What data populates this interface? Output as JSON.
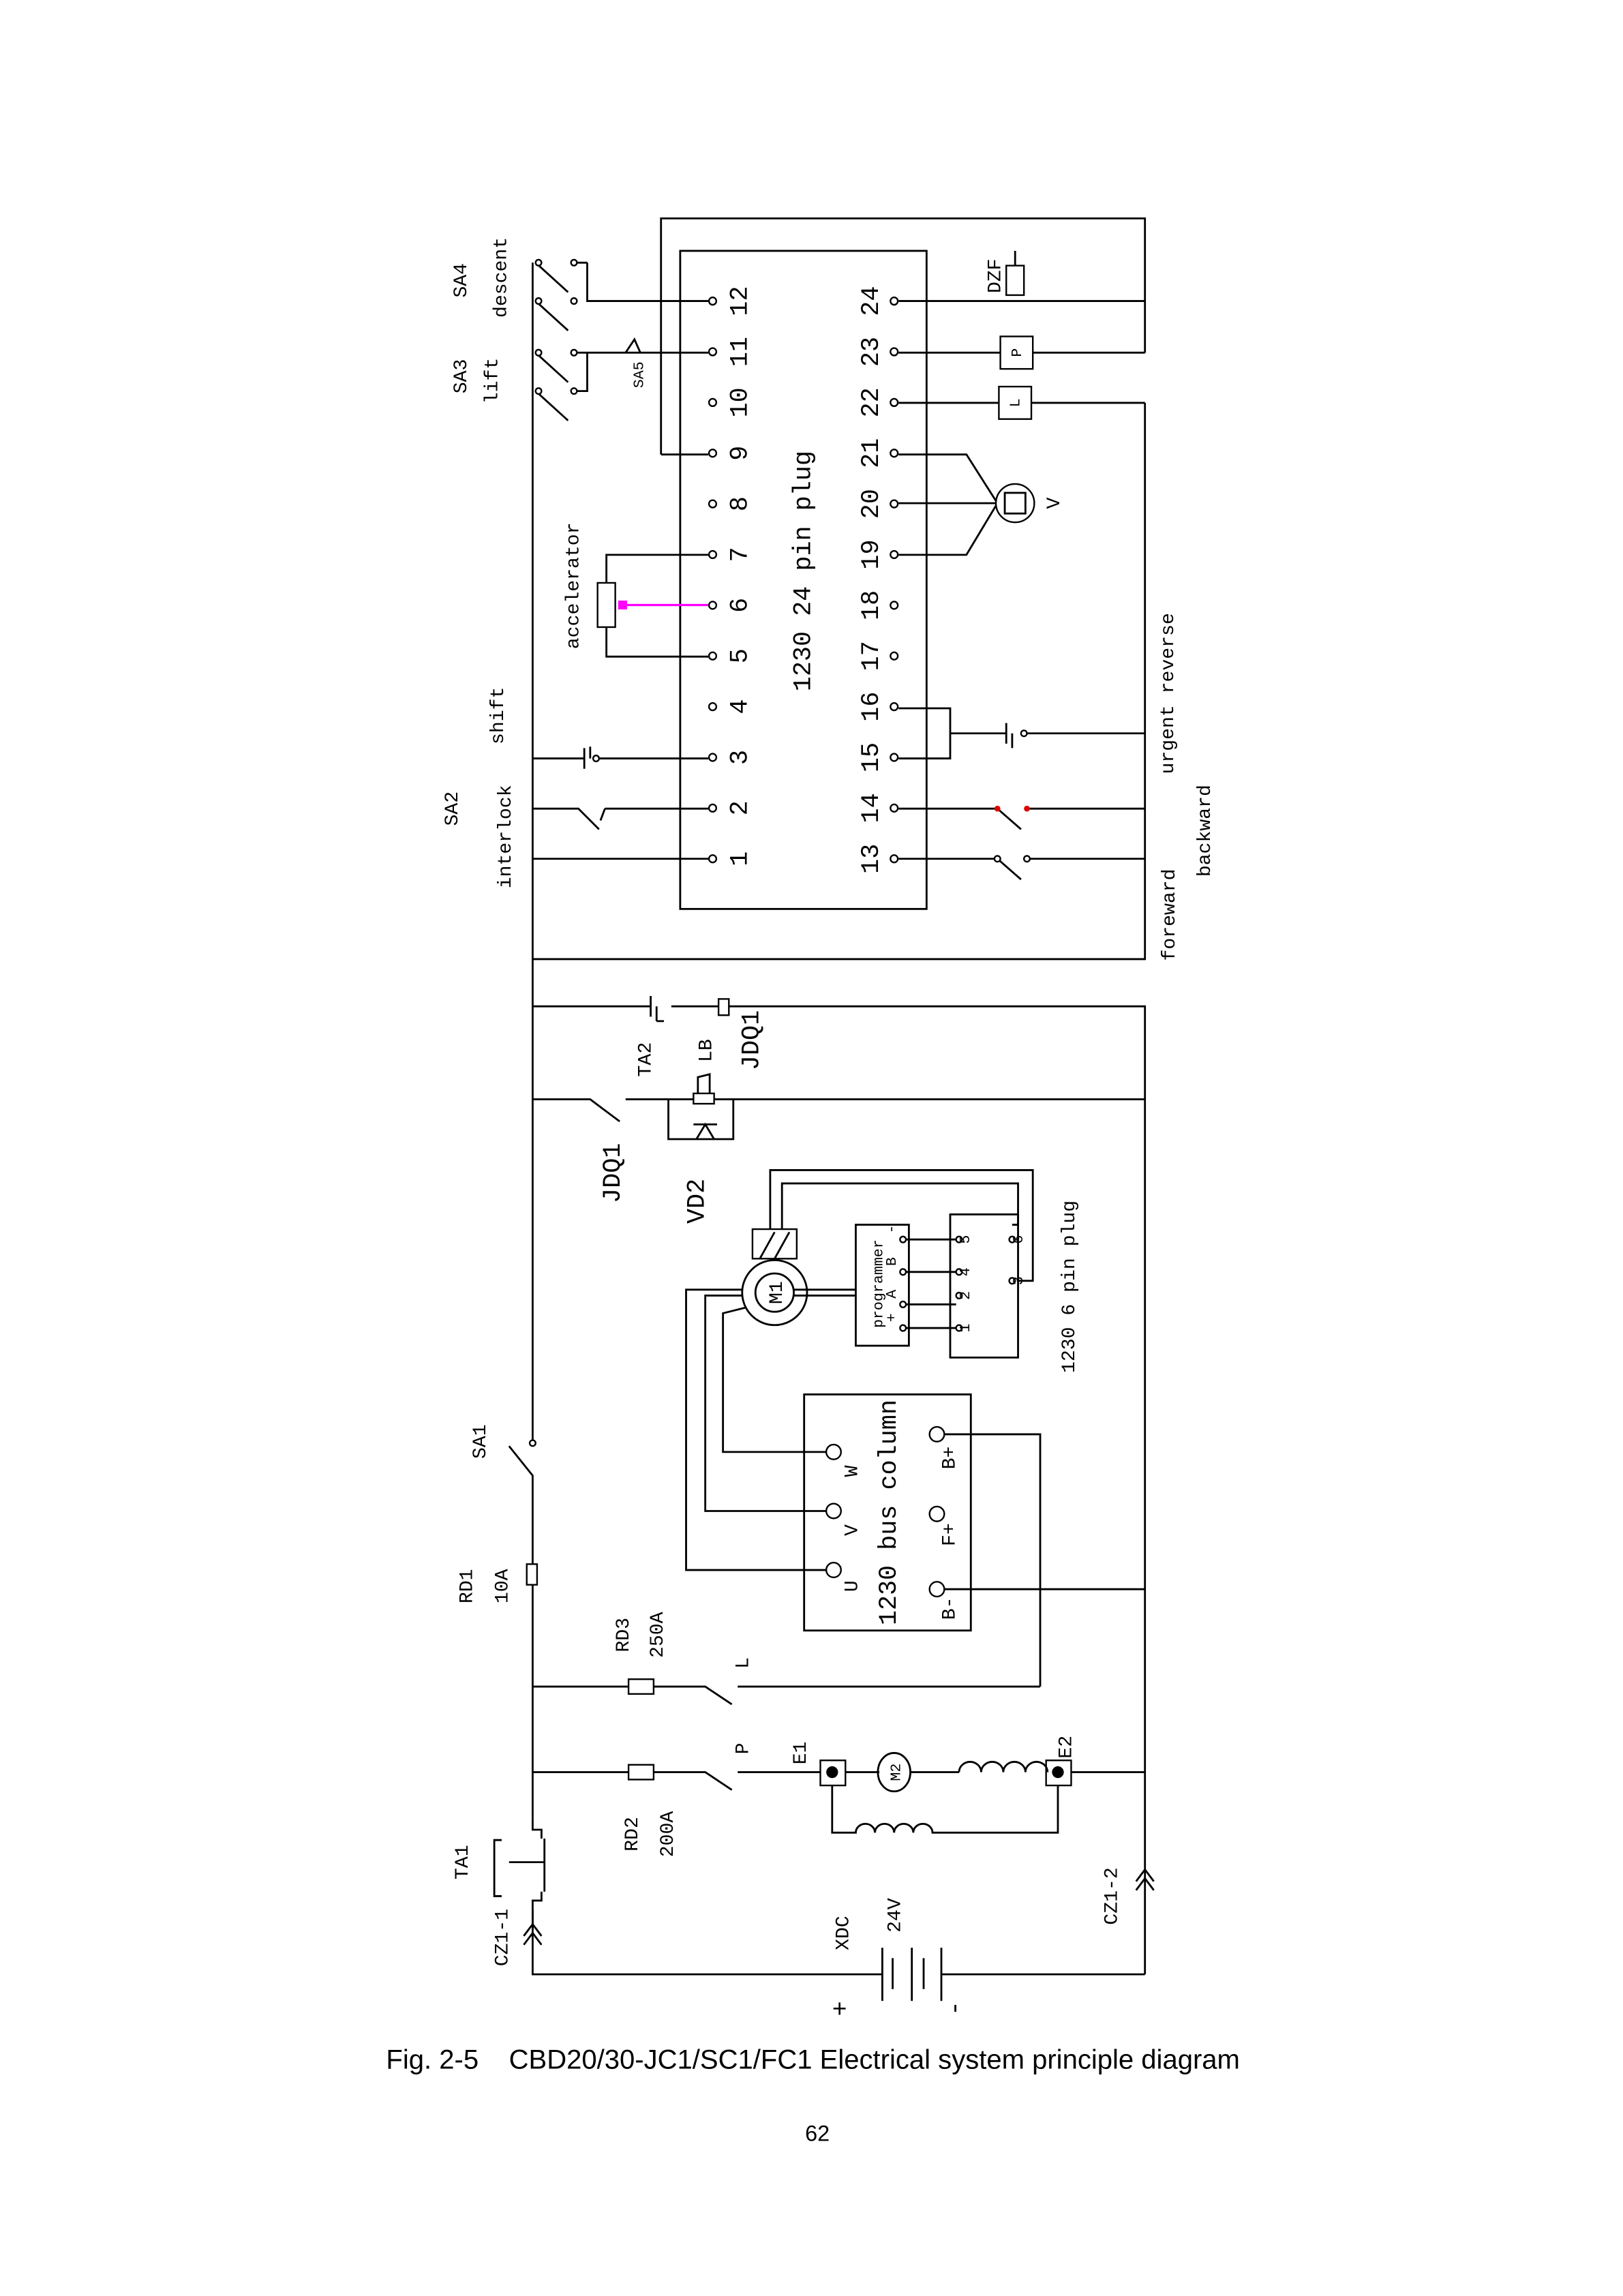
{
  "plug24": {
    "title": "1230 24 pin plug",
    "left_pins": [
      "1",
      "2",
      "3",
      "4",
      "5",
      "6",
      "7",
      "8",
      "9",
      "10",
      "11",
      "12"
    ],
    "right_pins": [
      "13",
      "14",
      "15",
      "16",
      "17",
      "18",
      "19",
      "20",
      "21",
      "22",
      "23",
      "24"
    ]
  },
  "switches": {
    "sa4": "SA4",
    "descent": "descent",
    "sa3": "SA3",
    "lift": "lift",
    "sa5": "SA5",
    "accelerator": "accelerator",
    "shift": "shift",
    "sa2": "SA2",
    "interlock": "interlock",
    "urgent_reverse": "urgent reverse",
    "foreward": "foreward",
    "backward": "backward"
  },
  "outputs": {
    "dzf": "DZF",
    "p": "P",
    "l": "L",
    "v": "V"
  },
  "relay": {
    "ta2": "TA2",
    "lb": "LB",
    "jdq1_coil": "JDQ1",
    "jdq1_contact": "JDQ1",
    "vd2": "VD2"
  },
  "motor": {
    "m1": "M1",
    "programmer": "programmer",
    "programmer_pins": [
      "+",
      "A",
      "B",
      "-"
    ],
    "plug6_title": "1230 6 pin plug",
    "plug6_pins": [
      "1",
      "2",
      "3",
      "4",
      "5",
      "6"
    ]
  },
  "bus_column": {
    "title": "1230 bus column",
    "u": "U",
    "v": "V",
    "w": "W",
    "f_plus": "F+",
    "b_plus": "B+",
    "b_minus": "B-"
  },
  "power": {
    "sa1": "SA1",
    "rd1": "RD1",
    "rd1_rating": "10A",
    "rd3": "RD3",
    "rd3_rating": "250A",
    "l": "L",
    "rd2": "RD2",
    "rd2_rating": "200A",
    "p": "P",
    "e1": "E1",
    "m2": "M2",
    "e2": "E2",
    "ta1": "TA1",
    "cz1_1": "CZ1-1",
    "cz1_2": "CZ1-2",
    "xdc": "XDC",
    "voltage": "24V",
    "plus": "+",
    "minus": "-"
  },
  "colors": {
    "accelerator_wiper": "#ff00ff",
    "backward_switch_contacts": "#e00000"
  },
  "caption": "Fig. 2-5    CBD20/30-JC1/SC1/FC1 Electrical system principle diagram",
  "page_number": "62"
}
